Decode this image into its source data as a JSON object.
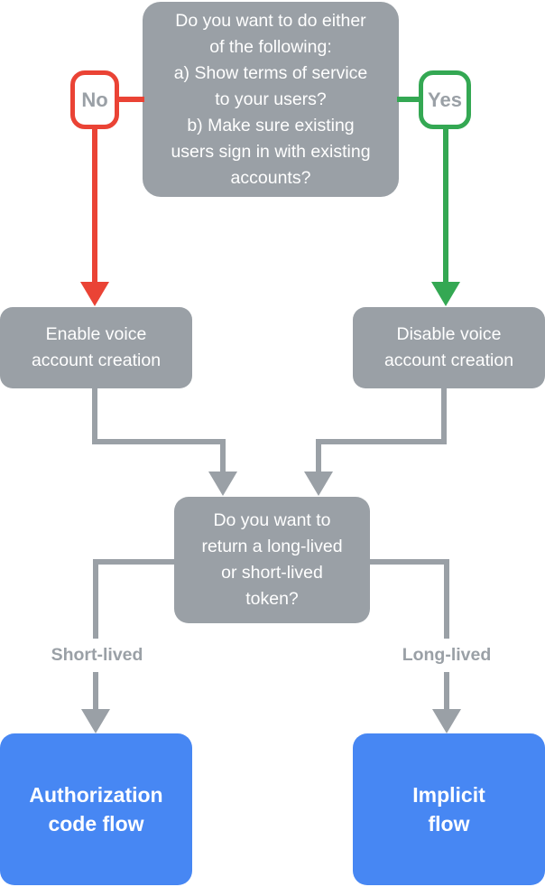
{
  "diagram": {
    "type": "decision-flowchart",
    "colors": {
      "node_gray": "#9AA0A6",
      "no_red": "#EA4335",
      "yes_green": "#34A853",
      "result_blue": "#4787F3",
      "node_text": "#FFFFFF",
      "label_text": "#9AA0A6",
      "label_background": "#FFFFFF"
    },
    "nodes": {
      "question_top": "Do you want to do either\nof the following:\na) Show terms of service\nto your users?\nb) Make sure existing\nusers sign in with existing\naccounts?",
      "enable_voice": "Enable voice\naccount creation",
      "disable_voice": "Disable voice\naccount creation",
      "question_token": "Do you want to\nreturn a long-lived\nor short-lived\ntoken?",
      "authorization_code_flow": "Authorization\ncode flow",
      "implicit_flow": "Implicit\nflow"
    },
    "branch_labels": {
      "no": "No",
      "yes": "Yes",
      "short_lived": "Short-lived",
      "long_lived": "Long-lived"
    }
  }
}
